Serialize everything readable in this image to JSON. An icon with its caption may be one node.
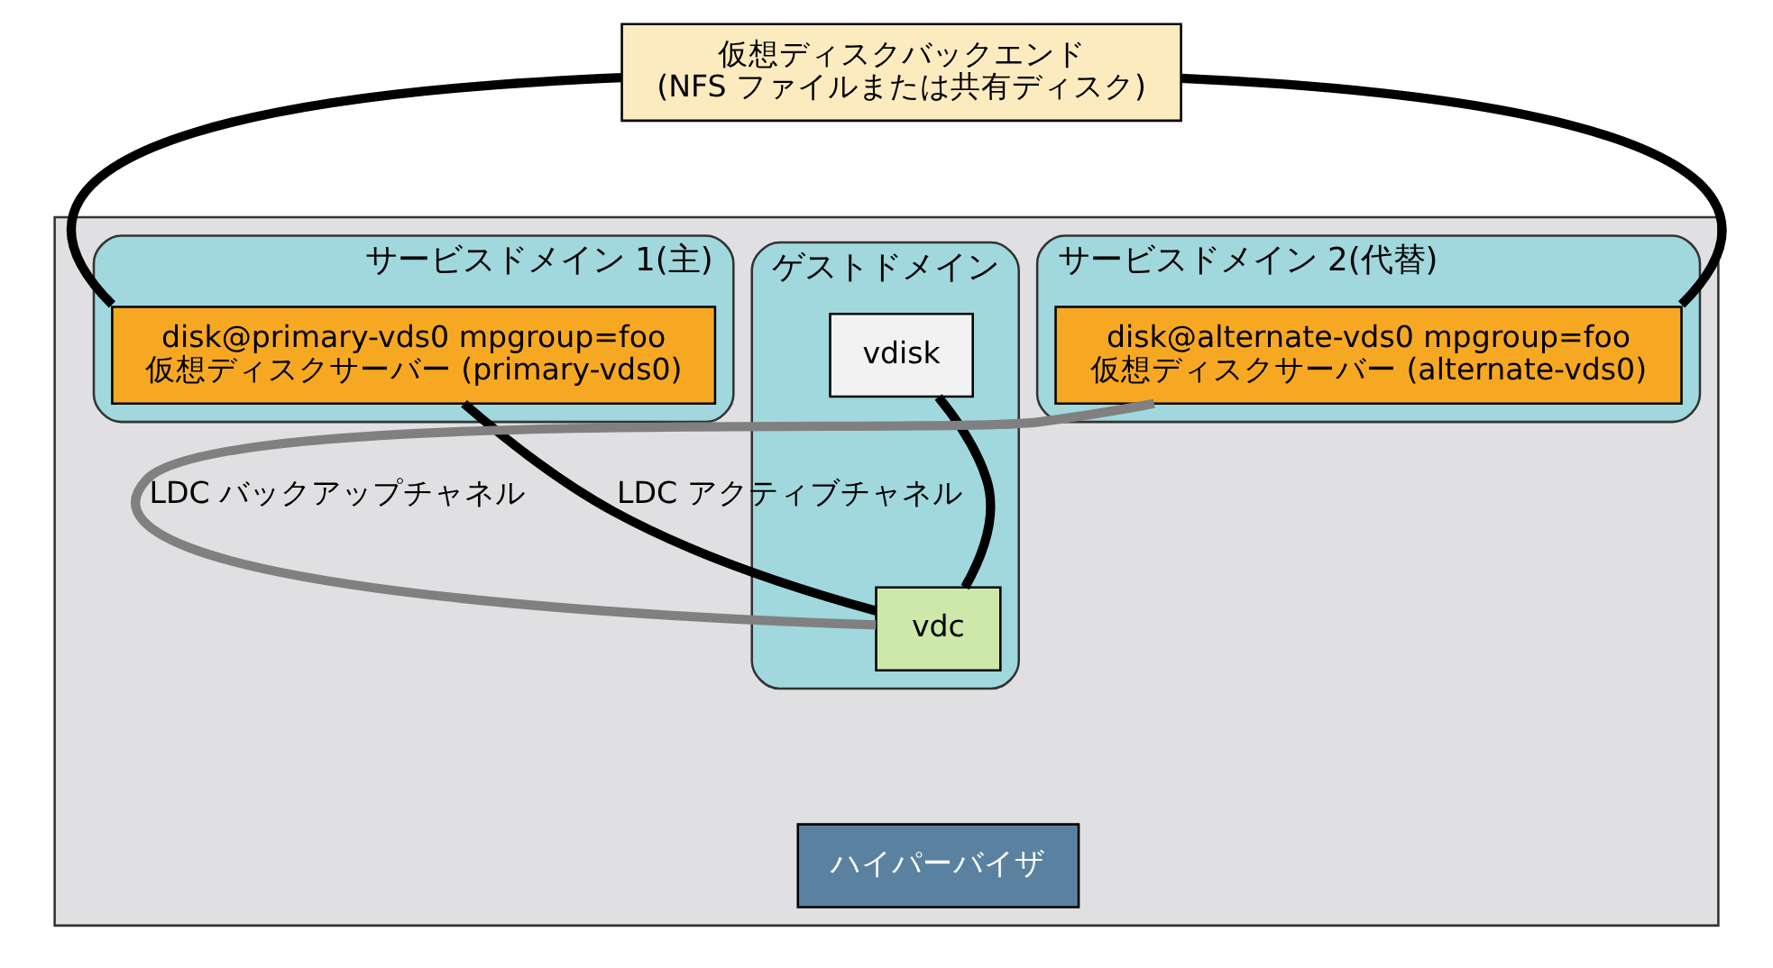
{
  "diagram": {
    "nodes": [
      {
        "text": [
          "仮想ディスクバックエンド",
          "(NFS ファイルまたは共有ディスク)"
        ]
      },
      {
        "text": [],
        "shape": "box"
      },
      {
        "text": [
          "サービスドメイン 1(主)"
        ],
        "in": 1
      },
      {
        "text": [
          "disk@primary-vds0 mpgroup=foo",
          "仮想ディスクサーバー (primary-vds0)"
        ],
        "in": 2
      },
      {
        "text": [
          "ゲストドメイン"
        ],
        "in": 1
      },
      {
        "text": [
          "vdisk"
        ],
        "in": 4
      },
      {
        "text": [
          "vdc"
        ],
        "in": 4
      },
      {
        "text": [
          "サービスドメイン 2(代替)"
        ],
        "in": 1
      },
      {
        "text": [
          "disk@alternate-vds0 mpgroup=foo",
          "仮想ディスクサーバー (alternate-vds0)"
        ],
        "in": 7
      },
      {
        "text": [
          "ハイパーバイザ"
        ],
        "in": 1
      }
    ],
    "edges": [
      {
        "from": 0,
        "to": 3,
        "arrow": "none"
      },
      {
        "from": 0,
        "to": 8,
        "arrow": "none"
      },
      {
        "from": 5,
        "to": 6,
        "arrow": "none"
      },
      {
        "from": 3,
        "to": 6,
        "arrow": "none",
        "label": "LDC アクティブチャネル"
      },
      {
        "from": 6,
        "to": 8,
        "arrow": "none",
        "color": "#808080",
        "label": "LDC バックアップチャネル"
      }
    ]
  }
}
